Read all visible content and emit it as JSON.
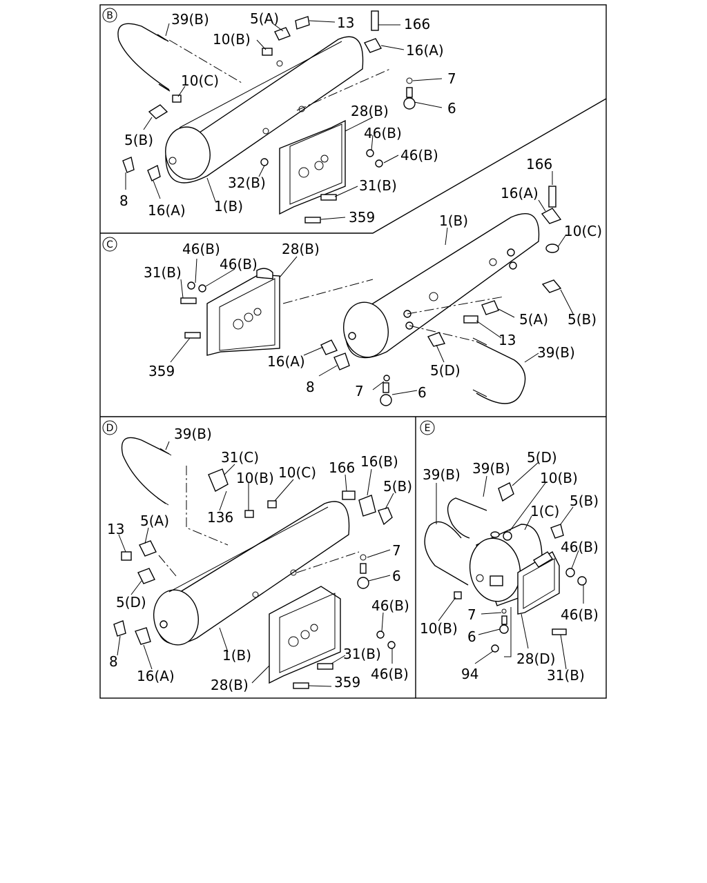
{
  "sections": [
    {
      "id": "B",
      "labels": [
        "39(B)",
        "5(A)",
        "13",
        "166",
        "10(B)",
        "16(A)",
        "7",
        "10(C)",
        "6",
        "28(B)",
        "46(B)",
        "46(B)",
        "5(B)",
        "32(B)",
        "31(B)",
        "8",
        "16(A)",
        "1(B)",
        "359"
      ]
    },
    {
      "id": "C",
      "labels": [
        "166",
        "16(A)",
        "1(B)",
        "10(C)",
        "46(B)",
        "28(B)",
        "46(B)",
        "31(B)",
        "5(A)",
        "5(B)",
        "13",
        "16(A)",
        "5(D)",
        "39(B)",
        "359",
        "8",
        "7",
        "6"
      ]
    },
    {
      "id": "D",
      "labels": [
        "39(B)",
        "31(C)",
        "10(B)",
        "10(C)",
        "166",
        "16(B)",
        "5(B)",
        "136",
        "13",
        "5(A)",
        "7",
        "6",
        "5(D)",
        "46(B)",
        "8",
        "16(A)",
        "1(B)",
        "31(B)",
        "46(B)",
        "28(B)",
        "359"
      ]
    },
    {
      "id": "E",
      "labels": [
        "39(B)",
        "39(B)",
        "5(D)",
        "10(B)",
        "1(C)",
        "5(B)",
        "46(B)",
        "46(B)",
        "10(B)",
        "7",
        "6",
        "94",
        "28(D)",
        "31(B)"
      ]
    }
  ]
}
